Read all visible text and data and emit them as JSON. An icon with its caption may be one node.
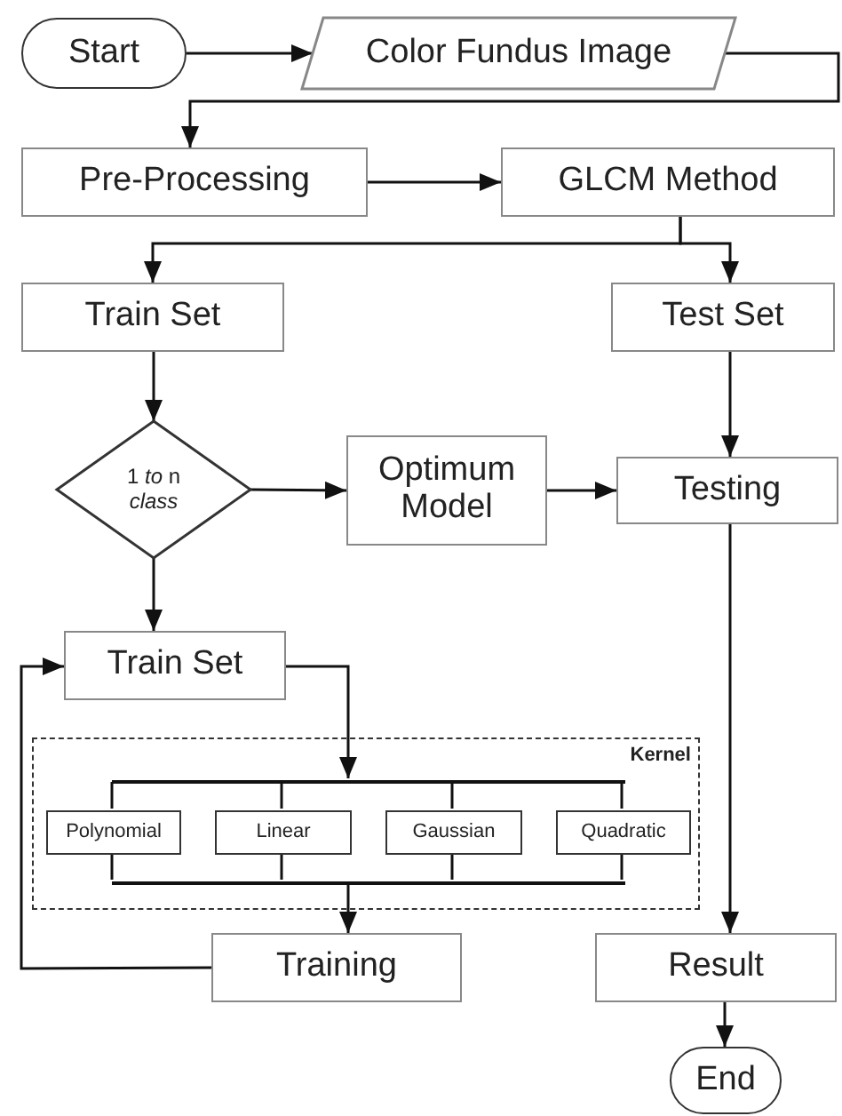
{
  "diagram": {
    "nodes": [
      {
        "text": [
          "Start"
        ]
      },
      {
        "text": [
          "Color Fundus Image"
        ]
      },
      {
        "text": [
          "Pre-Processing"
        ]
      },
      {
        "text": [
          "GLCM Method"
        ]
      },
      {
        "text": [
          "Train Set"
        ]
      },
      {
        "text": [
          "Test Set"
        ]
      },
      {
        "text": [
          "1 *to* n *class*"
        ]
      },
      {
        "text": [
          "Optimum Model"
        ]
      },
      {
        "text": [
          "Testing"
        ]
      },
      {
        "text": [
          "Train Set"
        ]
      },
      {
        "text": [
          "Kernel"
        ]
      },
      {
        "text": [],
        "shape": "bar",
        "in": 10
      },
      {
        "text": [
          "Polynomial"
        ],
        "in": 10
      },
      {
        "text": [
          "Linear"
        ],
        "in": 10
      },
      {
        "text": [
          "Gaussian"
        ],
        "in": 10
      },
      {
        "text": [
          "Quadratic"
        ],
        "in": 10
      },
      {
        "text": [],
        "shape": "bar",
        "in": 10
      },
      {
        "text": [
          "Training"
        ]
      },
      {
        "text": [
          "Result"
        ]
      },
      {
        "text": [
          "End"
        ]
      }
    ],
    "edges": [
      {
        "from": 0,
        "to": 1,
        "arrow": "to"
      },
      {
        "from": 1,
        "to": 2,
        "arrow": "to"
      },
      {
        "from": 2,
        "to": 3,
        "arrow": "to"
      },
      {
        "from": 3,
        "to": 4,
        "arrow": "to"
      },
      {
        "from": 3,
        "to": 5,
        "arrow": "to"
      },
      {
        "from": 4,
        "to": 6,
        "arrow": "to"
      },
      {
        "from": 6,
        "to": 7,
        "arrow": "to"
      },
      {
        "from": 7,
        "to": 8,
        "arrow": "to"
      },
      {
        "from": 5,
        "to": 8,
        "arrow": "to"
      },
      {
        "from": 6,
        "to": 9,
        "arrow": "to"
      },
      {
        "from": 9,
        "to": 11,
        "arrow": "to"
      },
      {
        "from": 11,
        "to": 12,
        "arrow": "none"
      },
      {
        "from": 11,
        "to": 13,
        "arrow": "none"
      },
      {
        "from": 11,
        "to": 14,
        "arrow": "none"
      },
      {
        "from": 11,
        "to": 15,
        "arrow": "none"
      },
      {
        "from": 12,
        "to": 16,
        "arrow": "none"
      },
      {
        "from": 13,
        "to": 16,
        "arrow": "none"
      },
      {
        "from": 14,
        "to": 16,
        "arrow": "none"
      },
      {
        "from": 15,
        "to": 16,
        "arrow": "none"
      },
      {
        "from": 16,
        "to": 17,
        "arrow": "to"
      },
      {
        "from": 17,
        "to": 9,
        "arrow": "to"
      },
      {
        "from": 8,
        "to": 18,
        "arrow": "to"
      },
      {
        "from": 18,
        "to": 19,
        "arrow": "to"
      }
    ]
  }
}
